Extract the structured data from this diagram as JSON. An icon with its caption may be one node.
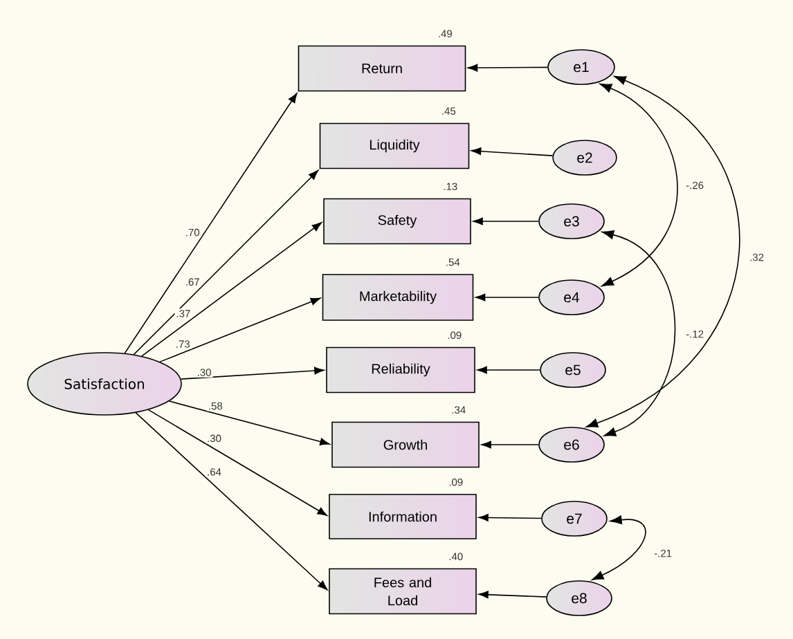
{
  "diagram": {
    "nodes": [
      {
        "text": [
          "Satisfaction"
        ]
      },
      {
        "text": [
          "Return"
        ],
        "beside": [
          ".49"
        ]
      },
      {
        "text": [
          "Liquidity"
        ],
        "beside": [
          ".45"
        ]
      },
      {
        "text": [
          "Safety"
        ],
        "beside": [
          ".13"
        ]
      },
      {
        "text": [
          "Marketability"
        ],
        "beside": [
          ".54"
        ]
      },
      {
        "text": [
          "Reliability"
        ],
        "beside": [
          ".09"
        ]
      },
      {
        "text": [
          "Growth"
        ],
        "beside": [
          ".34"
        ]
      },
      {
        "text": [
          "Information"
        ],
        "beside": [
          ".09"
        ]
      },
      {
        "text": [
          "Fees and Load"
        ],
        "beside": [
          ".40"
        ]
      },
      {
        "text": [
          "e1"
        ]
      },
      {
        "text": [
          "e2"
        ]
      },
      {
        "text": [
          "e3"
        ]
      },
      {
        "text": [
          "e4"
        ]
      },
      {
        "text": [
          "e5"
        ]
      },
      {
        "text": [
          "e6"
        ]
      },
      {
        "text": [
          "e7"
        ]
      },
      {
        "text": [
          "e8"
        ]
      }
    ],
    "edges": [
      {
        "from": 0,
        "to": 1,
        "arrow": "to",
        "label": ".70"
      },
      {
        "from": 0,
        "to": 2,
        "arrow": "to",
        "label": ".67"
      },
      {
        "from": 0,
        "to": 3,
        "arrow": "to",
        "label": ".37"
      },
      {
        "from": 0,
        "to": 4,
        "arrow": "to",
        "label": ".73"
      },
      {
        "from": 0,
        "to": 5,
        "arrow": "to",
        "label": ".30"
      },
      {
        "from": 0,
        "to": 6,
        "arrow": "to",
        "label": ".58"
      },
      {
        "from": 0,
        "to": 7,
        "arrow": "to",
        "label": ".30"
      },
      {
        "from": 0,
        "to": 8,
        "arrow": "to",
        "label": ".64"
      },
      {
        "from": 9,
        "to": 1,
        "arrow": "to"
      },
      {
        "from": 10,
        "to": 2,
        "arrow": "to"
      },
      {
        "from": 11,
        "to": 3,
        "arrow": "to"
      },
      {
        "from": 12,
        "to": 4,
        "arrow": "to"
      },
      {
        "from": 13,
        "to": 5,
        "arrow": "to"
      },
      {
        "from": 14,
        "to": 6,
        "arrow": "to"
      },
      {
        "from": 15,
        "to": 7,
        "arrow": "to"
      },
      {
        "from": 16,
        "to": 8,
        "arrow": "to"
      },
      {
        "from": 9,
        "to": 12,
        "arrow": "both",
        "label": "-.26"
      },
      {
        "from": 9,
        "to": 14,
        "arrow": "both",
        "label": ".32"
      },
      {
        "from": 11,
        "to": 14,
        "arrow": "both",
        "label": "-.12"
      },
      {
        "from": 15,
        "to": 16,
        "arrow": "both",
        "label": "-.21"
      }
    ]
  }
}
